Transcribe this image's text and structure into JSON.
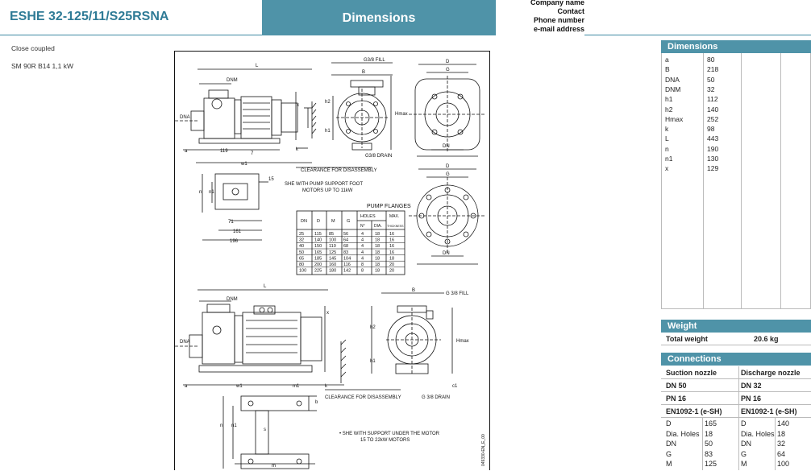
{
  "header": {
    "title": "ESHE 32-125/11/S25RSNA",
    "section": "Dimensions",
    "company_lines": [
      "Company name",
      "Contact",
      "Phone number",
      "e-mail address"
    ]
  },
  "notes": [
    "Close coupled",
    "SM 90R B14 1,1 kW"
  ],
  "drawing": {
    "labels": {
      "g38fill": "G3/8  FILL",
      "g38drain": "G3/8  DRAIN",
      "dnm": "DNM",
      "dna": "DNA",
      "dn": "DN",
      "clearance": "CLEARANCE FOR DISASSEMBLY",
      "clearance2": "CLEARANCE FOR DISASSEMBLY",
      "she_foot": "SHE  WITH PUMP SUPPORT FOOT",
      "she_foot2": "MOTORS UP TO 11kW",
      "pump_flanges": "PUMP FLANGES",
      "she_support": "• SHE  WITH SUPPORT UNDER THE MOTOR",
      "she_support2": "15 TO 22kW MOTORS",
      "g38fill2": "G 3/8 FILL",
      "g38drain2": "G 3/8 DRAIN",
      "code": "049330-EN_E_00",
      "hmax": "Hmax",
      "h1": "h1",
      "h2": "h2",
      "L": "L",
      "B": "B",
      "D": "D",
      "G": "G",
      "a": "a",
      "k": "k",
      "x": "x",
      "n": "n",
      "n1": "n1",
      "m": "m",
      "m1": "m1",
      "s": "s",
      "b": "b",
      "w1": "w1",
      "c1": "c1",
      "dim119": "119",
      "dim7": "7",
      "dim15": "15",
      "dim71": "71",
      "dim161": "161",
      "dim196": "196"
    },
    "flange_table": {
      "headers": [
        "DN",
        "D",
        "M",
        "G",
        "HOLES",
        "MAX.",
        "N°",
        "DIA.",
        "THICKNESS"
      ],
      "rows": [
        [
          "25",
          "115",
          "85",
          "56",
          "4",
          "18",
          "16"
        ],
        [
          "32",
          "140",
          "100",
          "64",
          "4",
          "18",
          "16"
        ],
        [
          "40",
          "150",
          "110",
          "68",
          "4",
          "18",
          "16"
        ],
        [
          "50",
          "165",
          "125",
          "83",
          "4",
          "18",
          "16"
        ],
        [
          "65",
          "185",
          "145",
          "104",
          "4",
          "18",
          "18"
        ],
        [
          "80",
          "200",
          "160",
          "116",
          "8",
          "18",
          "20"
        ],
        [
          "100",
          "225",
          "180",
          "142",
          "8",
          "18",
          "20"
        ]
      ]
    }
  },
  "dimensions": {
    "title": "Dimensions",
    "rows": [
      {
        "k": "a",
        "v": "80"
      },
      {
        "k": "B",
        "v": "218"
      },
      {
        "k": "DNA",
        "v": "50"
      },
      {
        "k": "DNM",
        "v": "32"
      },
      {
        "k": "h1",
        "v": "112"
      },
      {
        "k": "h2",
        "v": "140"
      },
      {
        "k": "Hmax",
        "v": "252"
      },
      {
        "k": "k",
        "v": "98"
      },
      {
        "k": "L",
        "v": "443"
      },
      {
        "k": "n",
        "v": "190"
      },
      {
        "k": "n1",
        "v": "130"
      },
      {
        "k": "x",
        "v": "129"
      }
    ]
  },
  "weight": {
    "title": "Weight",
    "label": "Total weight",
    "value": "20.6 kg"
  },
  "connections": {
    "title": "Connections",
    "suction": {
      "title": "Suction nozzle",
      "dn": "DN 50",
      "pn": "PN 16",
      "std": "EN1092-1 (e-SH)",
      "rows": [
        {
          "k": "D",
          "v": "165"
        },
        {
          "k": "Dia. Holes",
          "v": "18"
        },
        {
          "k": "DN",
          "v": "50"
        },
        {
          "k": "G",
          "v": "83"
        },
        {
          "k": "M",
          "v": "125"
        }
      ]
    },
    "discharge": {
      "title": "Discharge nozzle",
      "dn": "DN 32",
      "pn": "PN 16",
      "std": "EN1092-1 (e-SH)",
      "rows": [
        {
          "k": "D",
          "v": "140"
        },
        {
          "k": "Dia. Holes",
          "v": "18"
        },
        {
          "k": "DN",
          "v": "32"
        },
        {
          "k": "G",
          "v": "64"
        },
        {
          "k": "M",
          "v": "100"
        }
      ]
    }
  }
}
